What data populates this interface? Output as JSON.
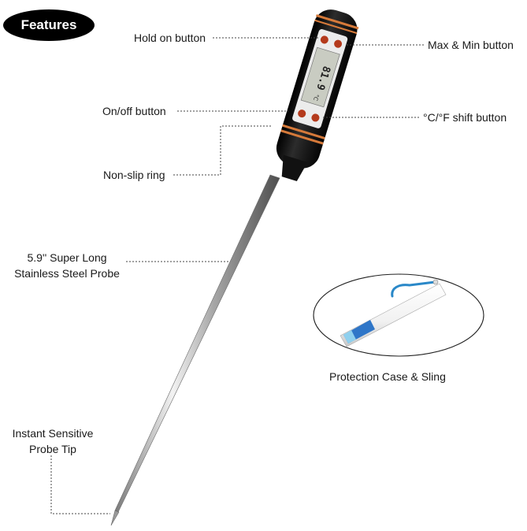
{
  "badge": {
    "label": "Features"
  },
  "labels": {
    "hold_on_button": "Hold on button",
    "max_min_button": "Max & Min button",
    "on_off_button": "On/off button",
    "unit_shift_button": "°C/°F shift button",
    "non_slip_ring": "Non-slip ring",
    "probe_line1": "5.9'' Super Long",
    "probe_line2": "Stainless Steel Probe",
    "tip_line1": "Instant Sensitive",
    "tip_line2": "Probe Tip",
    "case": "Protection Case & Sling"
  },
  "device": {
    "reading": "81.9",
    "unit": "°C"
  },
  "colors": {
    "body": "#111111",
    "accent_ring": "#d67a3a",
    "buttons": "#b43a1c",
    "lcd": "#c9ccc2",
    "steel": "#bdbdbd"
  }
}
